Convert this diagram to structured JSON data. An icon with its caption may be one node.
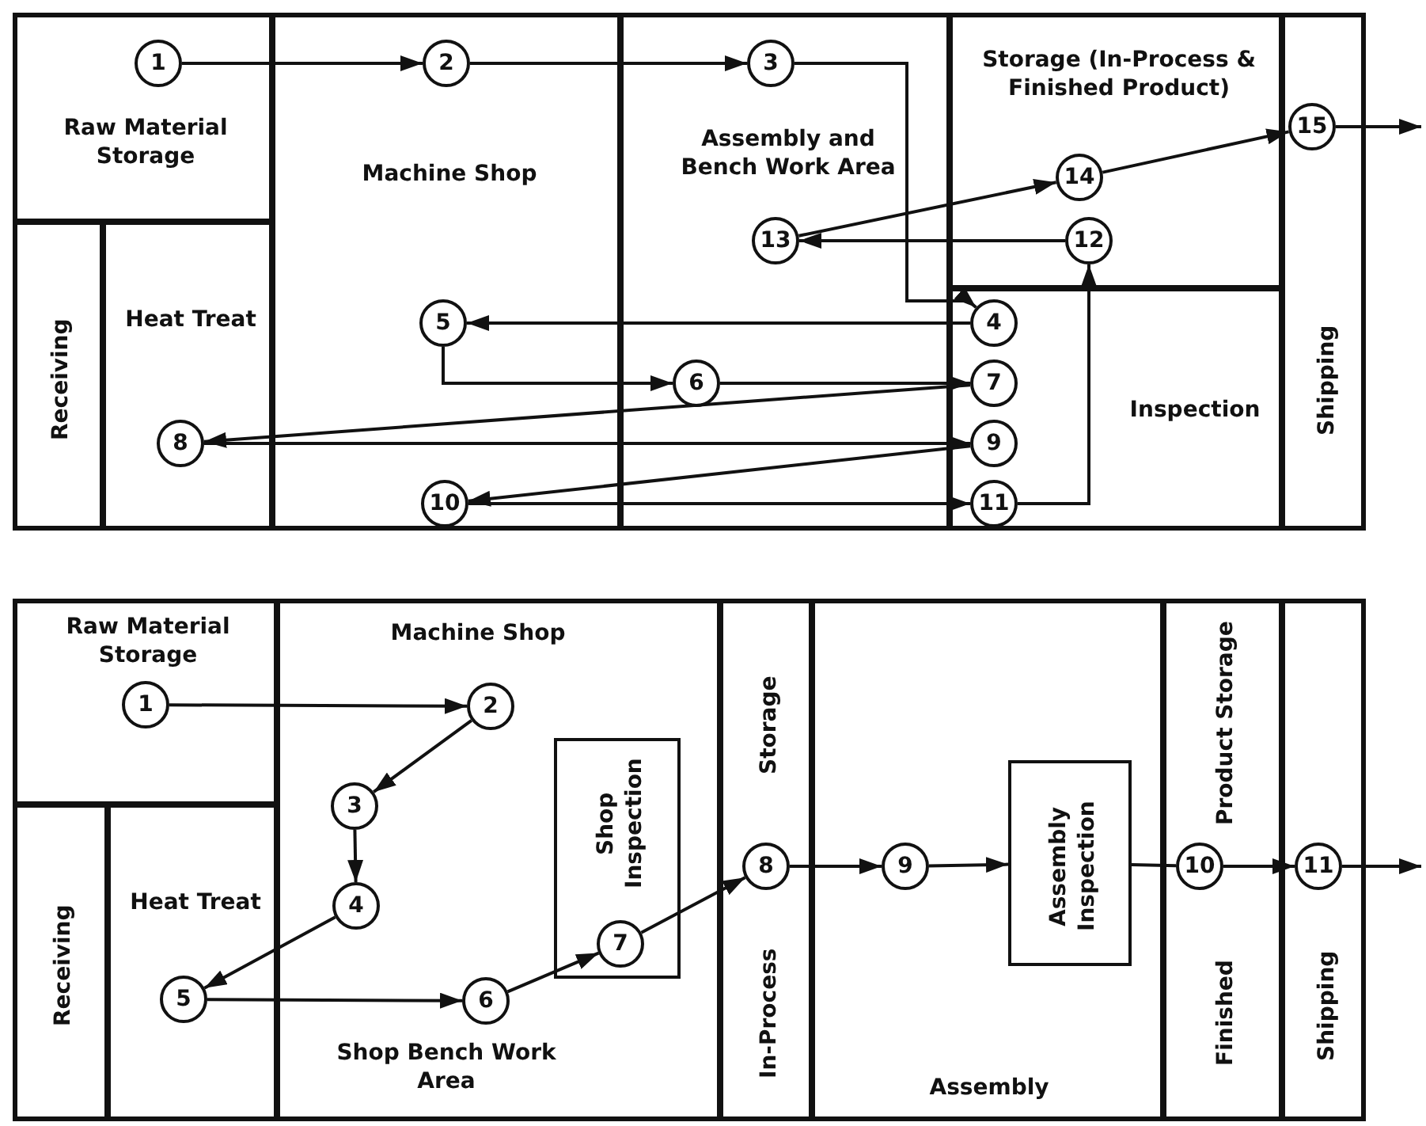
{
  "diagram": {
    "nodes": [
      {
        "text": [
          "Raw Material Storage"
        ]
      },
      {
        "text": [
          "1"
        ],
        "in": 0
      },
      {
        "text": [
          "Machine Shop"
        ]
      },
      {
        "text": [
          "2"
        ],
        "in": 2
      },
      {
        "text": [
          "Assembly and Bench Work Area"
        ]
      },
      {
        "text": [
          "3"
        ],
        "in": 4
      },
      {
        "text": [
          "Storage (In-Process & Finished Product)"
        ]
      },
      {
        "text": [
          "Shipping"
        ]
      },
      {
        "text": [
          "15"
        ],
        "in": 7
      },
      {
        "text": [
          "14"
        ],
        "in": 6
      },
      {
        "text": [
          "13"
        ],
        "in": 4
      },
      {
        "text": [
          "12"
        ],
        "in": 6
      },
      {
        "text": [
          "Receiving"
        ]
      },
      {
        "text": [
          "Heat Treat"
        ]
      },
      {
        "text": [
          "Inspection"
        ]
      },
      {
        "text": [
          "5"
        ],
        "in": 2
      },
      {
        "text": [
          "4"
        ],
        "in": 14
      },
      {
        "text": [
          "6"
        ],
        "in": 4
      },
      {
        "text": [
          "7"
        ],
        "in": 14
      },
      {
        "text": [
          "8"
        ],
        "in": 13
      },
      {
        "text": [
          "9"
        ],
        "in": 14
      },
      {
        "text": [
          "10"
        ],
        "in": 2
      },
      {
        "text": [
          "11"
        ],
        "in": 14
      },
      {
        "text": [
          "Raw Material Storage"
        ]
      },
      {
        "text": [
          "Machine Shop",
          "Shop Bench Work Area"
        ]
      },
      {
        "text": [
          "1"
        ],
        "in": 23
      },
      {
        "text": [
          "2"
        ],
        "in": 24
      },
      {
        "text": [
          "In-Process",
          "Storage"
        ]
      },
      {
        "text": [
          "Assembly"
        ]
      },
      {
        "text": [
          "Finished",
          "Product Storage"
        ]
      },
      {
        "text": [
          "Shipping"
        ]
      },
      {
        "text": [
          "3"
        ],
        "in": 24
      },
      {
        "text": [
          "Shop Inspection"
        ],
        "in": 24
      },
      {
        "text": [
          "4"
        ],
        "in": 24
      },
      {
        "text": [
          "Receiving"
        ]
      },
      {
        "text": [
          "Heat Treat"
        ]
      },
      {
        "text": [
          "5"
        ],
        "in": 35
      },
      {
        "text": [
          "6"
        ],
        "in": 24
      },
      {
        "text": [
          "7"
        ],
        "in": 32
      },
      {
        "text": [
          "8"
        ],
        "in": 27
      },
      {
        "text": [
          "9"
        ],
        "in": 28
      },
      {
        "text": [
          "Assembly Inspection"
        ],
        "in": 28
      },
      {
        "text": [
          "10"
        ],
        "in": 29
      },
      {
        "text": [
          "11"
        ],
        "in": 30
      }
    ],
    "edges": [
      {
        "from": 1,
        "to": 3,
        "arrow": "to"
      },
      {
        "from": 3,
        "to": 5,
        "arrow": "to"
      },
      {
        "from": 5,
        "to": 16,
        "arrow": "to"
      },
      {
        "from": 16,
        "to": 15,
        "arrow": "to"
      },
      {
        "from": 15,
        "to": 17,
        "arrow": "to"
      },
      {
        "from": 17,
        "to": 18,
        "arrow": "to"
      },
      {
        "from": 18,
        "to": 19,
        "arrow": "to"
      },
      {
        "from": 19,
        "to": 20,
        "arrow": "to"
      },
      {
        "from": 20,
        "to": 21,
        "arrow": "to"
      },
      {
        "from": 21,
        "to": 22,
        "arrow": "to"
      },
      {
        "from": 22,
        "to": 11,
        "arrow": "to"
      },
      {
        "from": 11,
        "to": 10,
        "arrow": "to"
      },
      {
        "from": 10,
        "to": 9,
        "arrow": "to"
      },
      {
        "from": 9,
        "to": 8,
        "arrow": "to"
      },
      {
        "from": 8,
        "to": null,
        "arrow": "to"
      },
      {
        "from": 25,
        "to": 26,
        "arrow": "to"
      },
      {
        "from": 26,
        "to": 31,
        "arrow": "to"
      },
      {
        "from": 31,
        "to": 33,
        "arrow": "to"
      },
      {
        "from": 33,
        "to": 36,
        "arrow": "to"
      },
      {
        "from": 36,
        "to": 37,
        "arrow": "to"
      },
      {
        "from": 37,
        "to": 38,
        "arrow": "to"
      },
      {
        "from": 38,
        "to": 39,
        "arrow": "to"
      },
      {
        "from": 39,
        "to": 40,
        "arrow": "to"
      },
      {
        "from": 40,
        "to": 41,
        "arrow": "to"
      },
      {
        "from": 41,
        "to": 42,
        "arrow": "none"
      },
      {
        "from": 42,
        "to": 43,
        "arrow": "to"
      },
      {
        "from": 43,
        "to": null,
        "arrow": "to"
      }
    ]
  }
}
